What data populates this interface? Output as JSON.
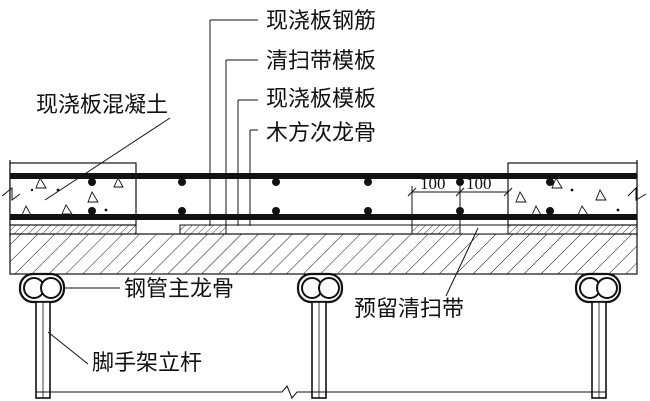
{
  "labels": {
    "rebar": "现浇板钢筋",
    "cleanout_formwork": "清扫带模板",
    "slab_formwork": "现浇板模板",
    "timber_joist": "木方次龙骨",
    "slab_concrete": "现浇板混凝土",
    "steel_tube_main_joist": "钢管主龙骨",
    "reserved_cleanout_strip": "预留清扫带",
    "scaffold_pole": "脚手架立杆"
  },
  "dimensions": {
    "left": "100",
    "right": "100"
  },
  "colors": {
    "line": "#111111",
    "background": "#ffffff"
  }
}
